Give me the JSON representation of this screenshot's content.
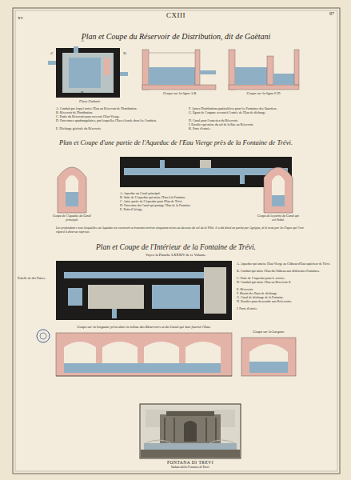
{
  "diagram": {
    "labels": [
      "CXIII",
      "97",
      "XV",
      "Plan et Coupe du Réservoir de Distribution, dit de Gaëtani",
      "Place Gaëtani",
      "C",
      "D",
      "A",
      "B",
      "Coupe sur la ligne A.B.",
      "Coupe sur la ligne C.D.",
      "A. Conduit par lequel arrive l'Eau au Réservoir de Distribution.",
      "B. Réservoir de Distribution.",
      "C. Partie du Réservoir pour recevoir l'Eau-Vierge.",
      "D. Ouvertures quadrangulaires, par lesquelles l'Eau s'écoule dans les Conduits.",
      "E. Décharge générale du Réservoir.",
      "F. Autres Distributions particulières pour les Fontaines des Quartiers.",
      "G. Égout de Coupure servant à l'entrée de l'Eau de décharge.",
      "H. Canal pour l'entretien du Réservoir.",
      "I. Escalier qui mène du sol de la Rue au Réservoir.",
      "K. Porte d'entrée.",
      "Plan et Coupe d'une partie de l'Aqueduc de l'Eau Vierge près de la Fontaine de Trévi.",
      "Coupe de l'Aqueduc du Canal principal.",
      "Coupe de la partie du Canal qui est Voûté.",
      "A. Aqueduc ou Canal principal.",
      "B. Suite de l'Aqueduc qui mène l'Eau à la Fontaine.",
      "C. Autre partie de l'Aqueduc pour l'Eau de Trévi.",
      "D. Ouverture du Canal qui partage l'Eau de la Fontaine.",
      "E. Puits d'Aérage.",
      "Les profondeurs sous lesquelles cet Aqueduc est construit se trouvent environ cinquante toises au dessous du sol de la Ville; il a été élevé en partie par Agrippa, et le reste par les Papes qui l'ont réparé à diverses reprises.",
      "Plan et Coupe de l'Intérieur de la Fontaine de Trévi.",
      "Voyez la Planche LXXXIV de ce Volume.",
      "A. Aqueduc qui amène l'Eau Vierge au Château d'Eau supérieur de Trévi.",
      "B. Conduit qui mène l'Eau du Château aux différentes Fontaines.",
      "C. Porte de l'Aqueduc pour le service.",
      "D. Conduit qui mène l'Eau au Réservoir E.",
      "E. Réservoir.",
      "F. Bassin des Eaux de décharge.",
      "G. Canal de décharge de la Fontaine.",
      "H. Escalier pour descendre aux Réservoirs.",
      "I. Porte d'entrée.",
      "Coupe sur la longueur prise dans le milieu des Réservoirs et du Canal qui leur fournit l'Eau.",
      "Coupe sur la Largeur.",
      "Échelle de dix Toises.",
      "FONTANA DI TREVI",
      "Veduta della Fontana di Trevi."
    ]
  }
}
